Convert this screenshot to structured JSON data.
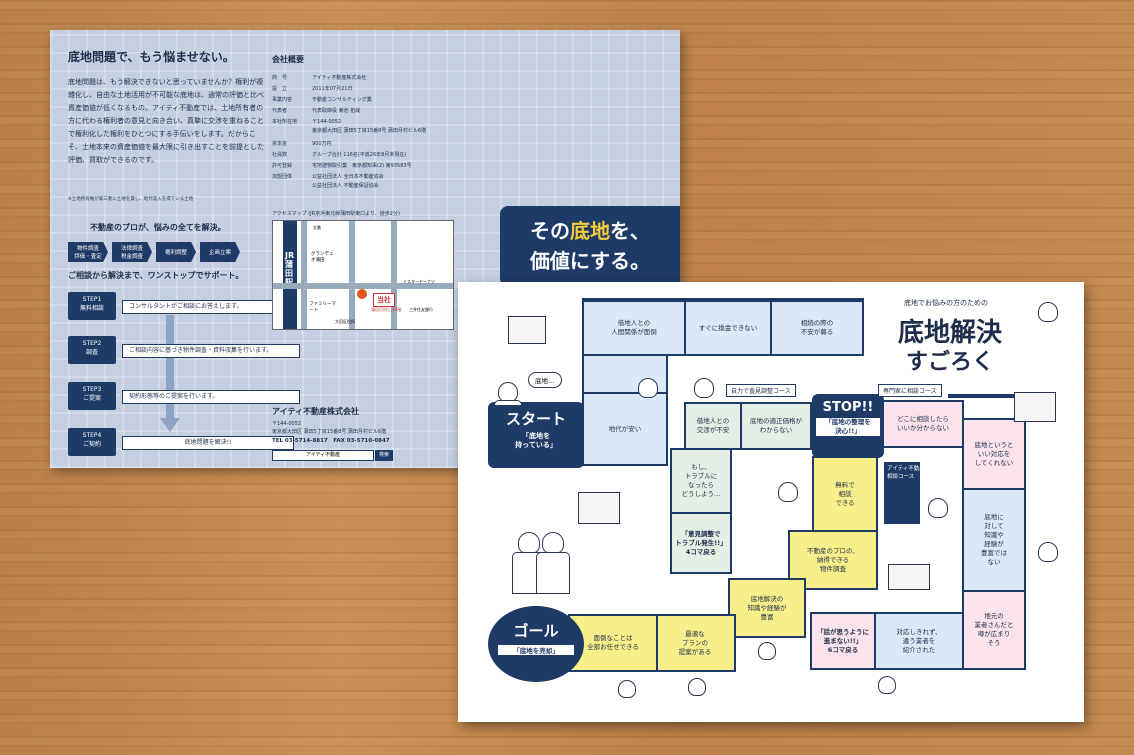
{
  "back": {
    "title": "底地問題で、もう悩ませない。",
    "intro": "底地問題は、もう解決できないと思っていませんか？権利が複雑化し、自由な土地活用が不可能な底地は、通常の評価と比べ資産価値が低くなるもの。アイティ不動産では、土地所有者の方に代わる権利者の意見と向き合い、真摯に交渉を重ねることで権利化した権利をひとつにする手伝いをします。だからこそ、土地本来の資産価値を最大限に引き出すことを前提とした評価、買取ができるのです。",
    "note": "※土地所有権が第三者に土地を貸し、地代収入を得ている土地",
    "services_heading": "不動産のプロが、悩みの全てを解決。",
    "services": [
      "物件調査\n評価・査定",
      "法律調査\n税金調査",
      "権利調整",
      "企画立案"
    ],
    "onestop_heading": "ご相談から解決まで、ワンストップでサポート。",
    "steps": [
      {
        "label": "STEP1\n無料相談",
        "text": "コンサルタントがご相談にお答えします。"
      },
      {
        "label": "STEP2\n調査",
        "text": "ご相談内容に基づき物件調査・資料収集を行います。"
      },
      {
        "label": "STEP3\nご提案",
        "text": "契約形態等のご提案を行います。"
      },
      {
        "label": "STEP4\nご契約",
        "text": "底地問題を解決!!"
      }
    ],
    "profile_title": "会社概要",
    "profile": [
      {
        "k": "商　号",
        "v": "アイティ不動産株式会社"
      },
      {
        "k": "設　立",
        "v": "2011年07月21日"
      },
      {
        "k": "事業内容",
        "v": "不動産コンサルティング業"
      },
      {
        "k": "代表者",
        "v": "代表取締役 菊池 拓哉"
      },
      {
        "k": "本社所在地",
        "v": "〒144-0052"
      },
      {
        "k": "",
        "v": "東京都大田区 蒲田5丁目15番8号 蒲田月村ビル6階"
      },
      {
        "k": "資本金",
        "v": "900万円"
      },
      {
        "k": "社員数",
        "v": "グループ合計 116名(平成26年8月末現在)"
      },
      {
        "k": "許可登録",
        "v": "宅地建物取引業　東京都知事(2) 第93583号"
      },
      {
        "k": "加盟団体",
        "v": "公益社団法人 全日本不動産協会"
      },
      {
        "k": "",
        "v": "公益社団法人 不動産保証協会"
      }
    ],
    "access_caption": "アクセスマップ (JR京浜東北線蒲田駅東口より、徒歩2分)",
    "map_labels": [
      "JR蒲田駅",
      "グランデュオ蒲田",
      "当社",
      "蒲田月村ビル6階",
      "ファミリーマート",
      "大田区役所",
      "ミスタードーナツ",
      "三井住友銀行",
      "交番"
    ],
    "company": "アイティ不動産株式会社",
    "address1": "〒144-0052",
    "address2": "東京都大田区 蒲田5丁目15番8号 蒲田月村ビル6階",
    "tel": "TEL 03-5714-8817　FAX 03-5710-0847",
    "search_label": "アイティ不動産",
    "search_btn": "検索",
    "tagline1": "その底地を、",
    "tagline2": "価値にする。"
  },
  "board": {
    "subtitle": "底地でお悩みの方のための",
    "title1": "底地解決",
    "title2": "すごろく",
    "start": "スタート",
    "start_sub": "「底地を\n持っている」",
    "goal": "ゴール",
    "goal_sub": "「底地を売却」",
    "stop": "STOP!!",
    "stop_sub": "「底地の整理を\n決心!!」",
    "speech": "底地…",
    "route_self": "自力で査見調整コース",
    "route_pro": "専門家に相談コース",
    "route_aity": "アイティ不動産に\n相談コース",
    "cells": {
      "c1": "借地人との\n人間関係が面倒",
      "c2": "すぐに換金できない",
      "c3": "相続の際の\n不安が募る",
      "c4": "地代が安い",
      "c5": "借地人との\n交渉が不安",
      "c6": "底地の適正価格が\nわからない",
      "c7": "もし、\nトラブルに\nなったら\nどうしよう…",
      "c8": "「意見調整で\nトラブル発生!!」\n4コマ戻る",
      "c9": "どこに相談したら\nいいか分からない",
      "c10": "底地というと\nいい対応を\nしてくれない",
      "c11": "底地に\n対して\n知識や\n経験が\n豊富では\nない",
      "c12": "地元の\n業者さんだと\n噂が広まり\nそう",
      "c13": "対応しきれず、\n違う業者を\n紹介された",
      "c14": "「話が思うように\n進まない!!」\n6コマ戻る",
      "y1": "無料で\n相談\nできる",
      "y2": "不動産のプロの、\n納得できる\n物件調査",
      "y3": "底地解決の\n知識や経験が\n豊富",
      "y4": "最適な\nプランの\n提案がある",
      "y5": "面倒なことは\n全部お任せできる"
    }
  }
}
